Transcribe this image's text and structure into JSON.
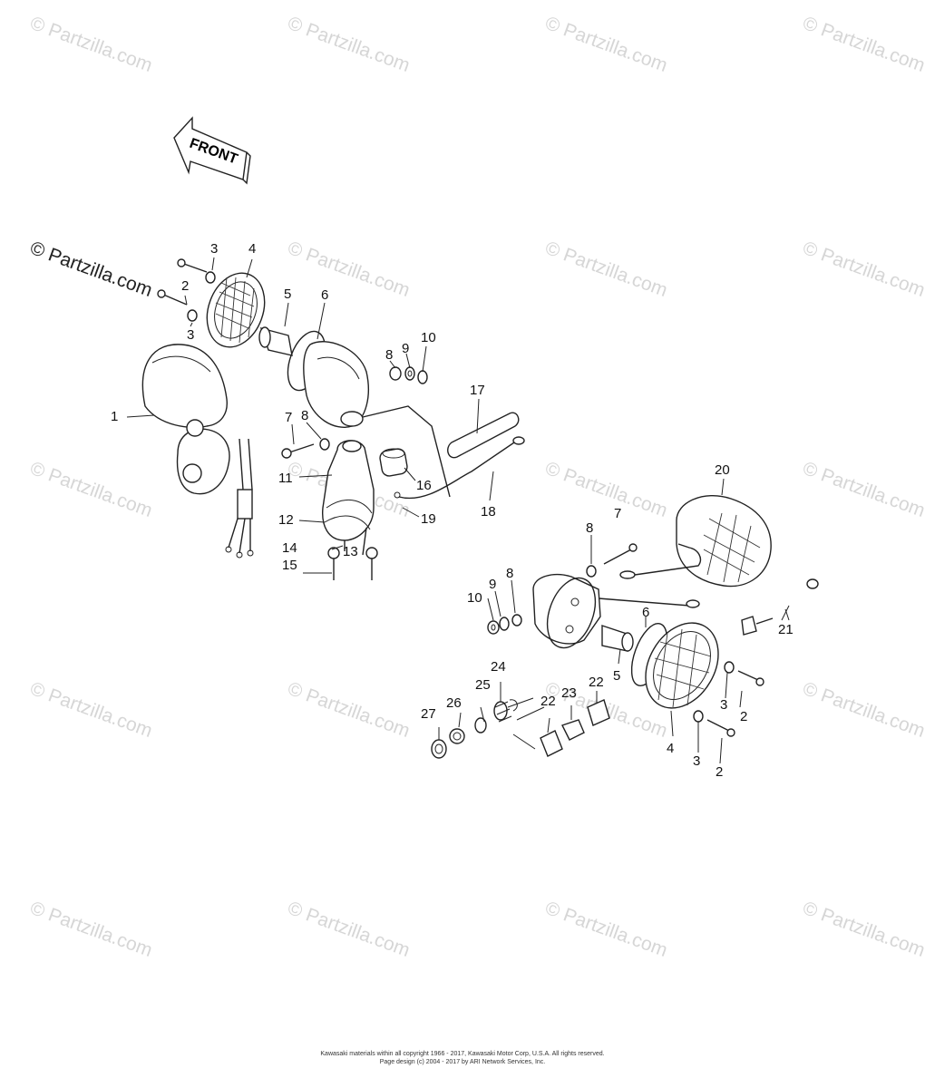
{
  "watermarks": [
    "© Partzilla.com"
  ],
  "front_label": "FRONT",
  "callouts": [
    "1",
    "2",
    "3",
    "4",
    "5",
    "6",
    "7",
    "8",
    "9",
    "10",
    "11",
    "12",
    "13",
    "14",
    "15",
    "16",
    "17",
    "18",
    "19",
    "20",
    "21",
    "22",
    "23",
    "24",
    "25",
    "26",
    "27"
  ],
  "copyright": {
    "line1": "Kawasaki materials within all copyright 1966 - 2017, Kawasaki Motor Corp, U.S.A. All rights reserved.",
    "line2": "Page design (c) 2004 - 2017 by ARI Network Services, Inc."
  }
}
